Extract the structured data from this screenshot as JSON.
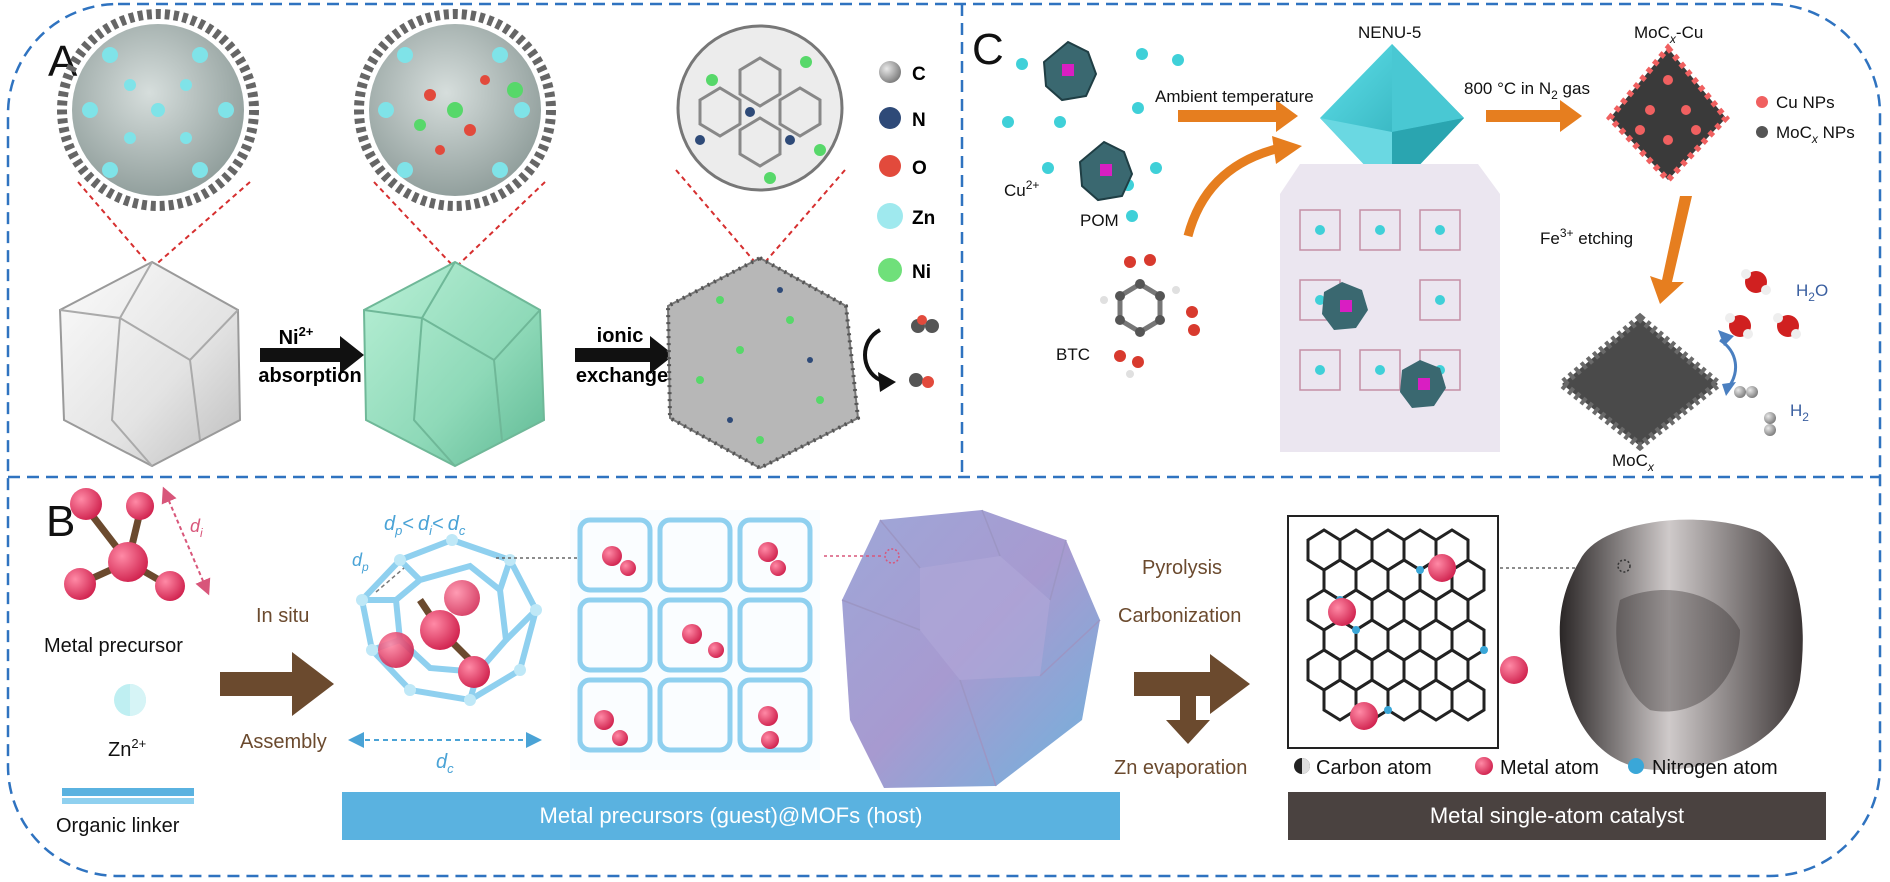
{
  "colors": {
    "frame_dash": "#2f73c0",
    "arrow_black": "#111111",
    "arrow_orange": "#e67e1f",
    "arrow_brown": "#6b4a2e",
    "banner_blue": "#5ab2e0",
    "banner_dark": "#4a4240",
    "zn_cyan": "#7fe3e8",
    "ni_green": "#57d86a",
    "metal_pink": "#e8466e",
    "mof_blue": "#8fd0ef",
    "cu_red": "#f06060",
    "moc_gray": "#555555"
  },
  "panel_a": {
    "letter": "A",
    "legend": [
      {
        "symbol": "C",
        "color": "#555555"
      },
      {
        "symbol": "N",
        "color": "#2e4a78"
      },
      {
        "symbol": "O",
        "color": "#e24a3c"
      },
      {
        "symbol": "Zn",
        "color": "#9fe9ee"
      },
      {
        "symbol": "Ni",
        "color": "#6fe07a"
      }
    ],
    "step1_main": "Ni",
    "step1_sup": "2+",
    "step1_sub": "absorption",
    "step2_main": "ionic",
    "step2_sub": "exchange"
  },
  "panel_c": {
    "letter": "C",
    "cu_label": "Cu",
    "cu_sup": "2+",
    "pom_label": "POM",
    "btc_label": "BTC",
    "ambient_label": "Ambient temperature",
    "nenu_label": "NENU-5",
    "heat_pre": "800 °C in N",
    "heat_sub": "2",
    "heat_post": " gas",
    "moc_cu_pre": "MoC",
    "moc_cu_x": "x",
    "moc_cu_post": "-Cu",
    "legend_cu": "Cu NPs",
    "legend_moc_pre": "MoC",
    "legend_moc_x": "x",
    "legend_moc_post": " NPs",
    "etch_pre": "Fe",
    "etch_sup": "3+",
    "etch_post": " etching",
    "h2o_pre": "H",
    "h2o_sub": "2",
    "h2o_post": "O",
    "h2_pre": "H",
    "h2_sub": "2",
    "mocx_pre": "MoC",
    "mocx_x": "x"
  },
  "panel_b": {
    "letter": "B",
    "metal_precursor": "Metal precursor",
    "zn_pre": "Zn",
    "zn_sup": "2+",
    "organic_linker": "Organic linker",
    "in_situ": "In situ",
    "assembly": "Assembly",
    "d_i": "d",
    "d_i_sub": "i",
    "d_p": "d",
    "d_p_sub": "p",
    "d_c": "d",
    "d_c_sub": "c",
    "lt": "<",
    "pyrolysis": "Pyrolysis",
    "carbonization": "Carbonization",
    "zn_evap": "Zn evaporation",
    "banner_left": "Metal precursors (guest)@MOFs (host)",
    "banner_right": "Metal single-atom catalyst",
    "legend_carbon": "Carbon atom",
    "legend_metal": "Metal atom",
    "legend_nitrogen": "Nitrogen atom"
  }
}
